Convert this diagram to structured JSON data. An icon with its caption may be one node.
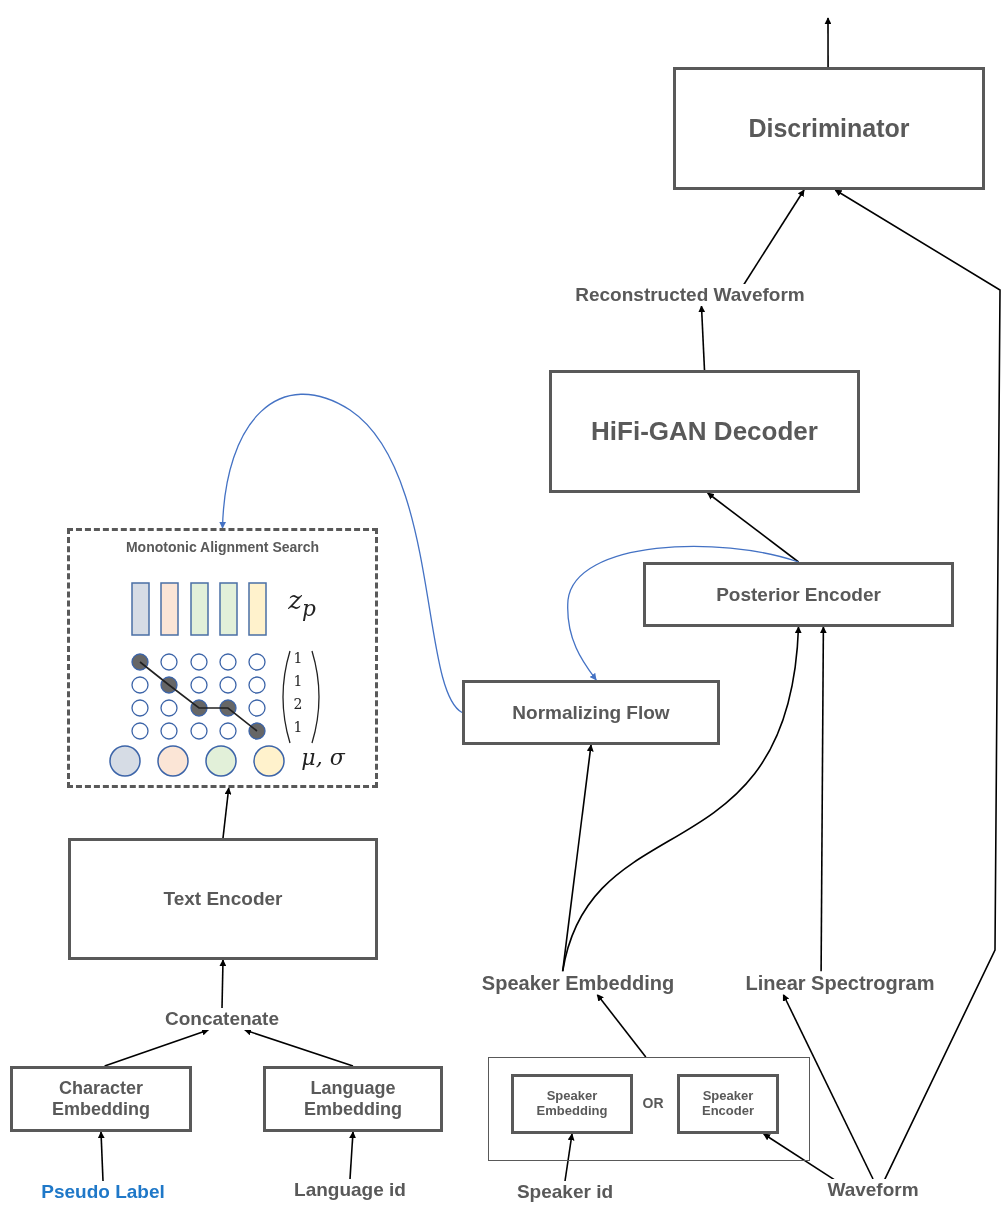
{
  "diagram": {
    "nodes": [
      {
        "text": [
          "Discriminator"
        ]
      },
      {
        "text": [
          "Reconstructed Waveform"
        ]
      },
      {
        "text": [
          "HiFi-GAN Decoder"
        ]
      },
      {
        "text": [
          "Monotonic Alignment Search"
        ]
      },
      {
        "text": [
          "Posterior Encoder"
        ]
      },
      {
        "text": [
          "Normalizing Flow"
        ]
      },
      {
        "text": [
          "Text Encoder"
        ]
      },
      {
        "text": [
          "Speaker Embedding"
        ]
      },
      {
        "text": [
          "Linear Spectrogram"
        ]
      },
      {
        "text": [
          "Concatenate"
        ]
      },
      {
        "text": [
          "Character Embedding"
        ]
      },
      {
        "text": [
          "Language Embedding"
        ]
      },
      {
        "text": [],
        "shape": "box"
      },
      {
        "text": [
          "Speaker Embedding"
        ],
        "in": 12
      },
      {
        "text": [
          "Speaker Encoder"
        ],
        "in": 12
      },
      {
        "text": [
          "Pseudo Label"
        ]
      },
      {
        "text": [
          "Language id"
        ]
      },
      {
        "text": [
          "Speaker id"
        ]
      },
      {
        "text": [
          "Waveform"
        ]
      }
    ],
    "edges": [
      {
        "from": 0,
        "to": null,
        "arrow": "to"
      },
      {
        "from": 1,
        "to": 0,
        "arrow": "to"
      },
      {
        "from": 18,
        "to": 0,
        "arrow": "to"
      },
      {
        "from": 2,
        "to": 1,
        "arrow": "to"
      },
      {
        "from": 4,
        "to": 2,
        "arrow": "to"
      },
      {
        "from": 5,
        "to": 3,
        "arrow": "to",
        "color": "#4472c4"
      },
      {
        "from": 4,
        "to": 5,
        "arrow": "to",
        "color": "#4472c4"
      },
      {
        "from": 7,
        "to": 5,
        "arrow": "to"
      },
      {
        "from": 7,
        "to": 4,
        "arrow": "to"
      },
      {
        "from": 8,
        "to": 4,
        "arrow": "to"
      },
      {
        "from": 6,
        "to": 3,
        "arrow": "to"
      },
      {
        "from": 9,
        "to": 6,
        "arrow": "to"
      },
      {
        "from": 10,
        "to": 9,
        "arrow": "to"
      },
      {
        "from": 11,
        "to": 9,
        "arrow": "to"
      },
      {
        "from": 15,
        "to": 10,
        "arrow": "to"
      },
      {
        "from": 16,
        "to": 11,
        "arrow": "to"
      },
      {
        "from": 17,
        "to": 13,
        "arrow": "to"
      },
      {
        "from": 12,
        "to": 7,
        "arrow": "to"
      },
      {
        "from": 18,
        "to": 8,
        "arrow": "to"
      },
      {
        "from": 18,
        "to": 14,
        "arrow": "to"
      }
    ],
    "labels": [
      "z$_{p}$",
      "1",
      "1",
      "2",
      "1",
      "μ, σ",
      "OR"
    ]
  }
}
